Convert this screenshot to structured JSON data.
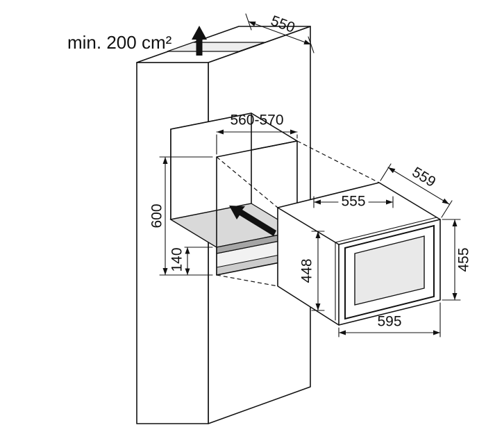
{
  "diagram": {
    "vent_note": "min. 200 cm²",
    "dimensions": {
      "cabinet_depth": "550",
      "niche_width": "560-570",
      "niche_height": "600",
      "plinth_height": "140",
      "appliance_depth": "559",
      "appliance_body_width": "555",
      "appliance_body_height": "448",
      "appliance_front_height": "455",
      "appliance_front_width": "595"
    },
    "colors": {
      "line": "#111111",
      "shelf_top": "#d9d9d9",
      "shelf_edge": "#a6a6a6",
      "glass": "#e9e9e9",
      "background": "#ffffff"
    }
  }
}
